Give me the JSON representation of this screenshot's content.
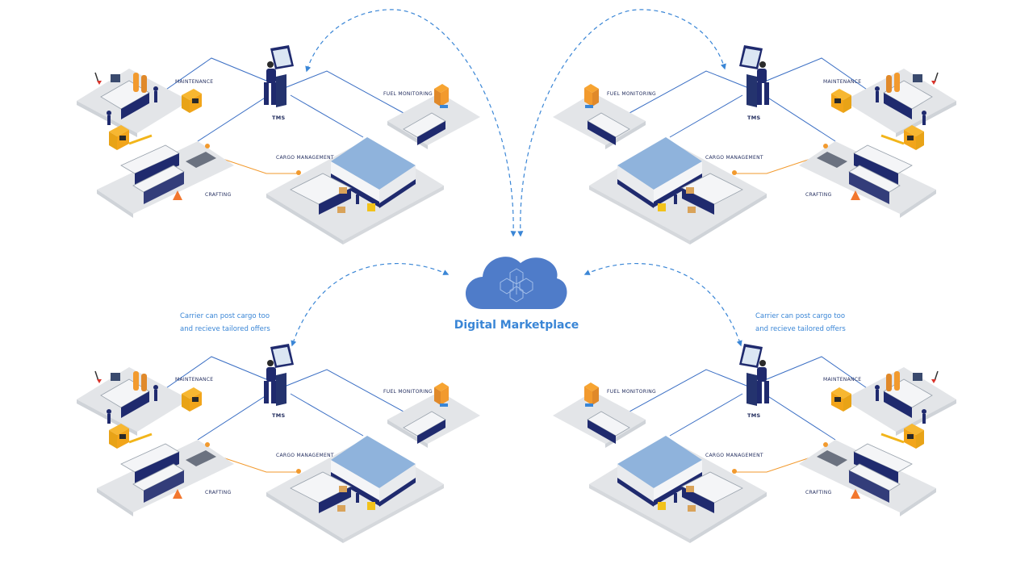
{
  "center": {
    "title": "Digital Marketplace",
    "icon": "cloud-network-icon"
  },
  "note_left": {
    "line1": "Carrier can post cargo too",
    "line2": "and recieve tailored offers"
  },
  "note_right": {
    "line1": "Carrier can post cargo too",
    "line2": "and recieve tailored offers"
  },
  "hubs": [
    {
      "tms": "TMS",
      "maintenance": "MAINTENANCE",
      "fuel": "FUEL MONITORING",
      "cargo": "CARGO MANAGEMENT",
      "crafting": "CRAFTING"
    },
    {
      "tms": "TMS",
      "maintenance": "MAINTENANCE",
      "fuel": "FUEL MONITORING",
      "cargo": "CARGO MANAGEMENT",
      "crafting": "CRAFTING"
    },
    {
      "tms": "TMS",
      "maintenance": "MAINTENANCE",
      "fuel": "FUEL MONITORING",
      "cargo": "CARGO MANAGEMENT",
      "crafting": "CRAFTING"
    },
    {
      "tms": "TMS",
      "maintenance": "MAINTENANCE",
      "fuel": "FUEL MONITORING",
      "cargo": "CARGO MANAGEMENT",
      "crafting": "CRAFTING"
    }
  ],
  "colors": {
    "accent": "#3a86d6",
    "navy": "#1f2a6e",
    "orange": "#f29a2e",
    "platform": "#e3e5e8",
    "line": "#3b6fc4"
  }
}
